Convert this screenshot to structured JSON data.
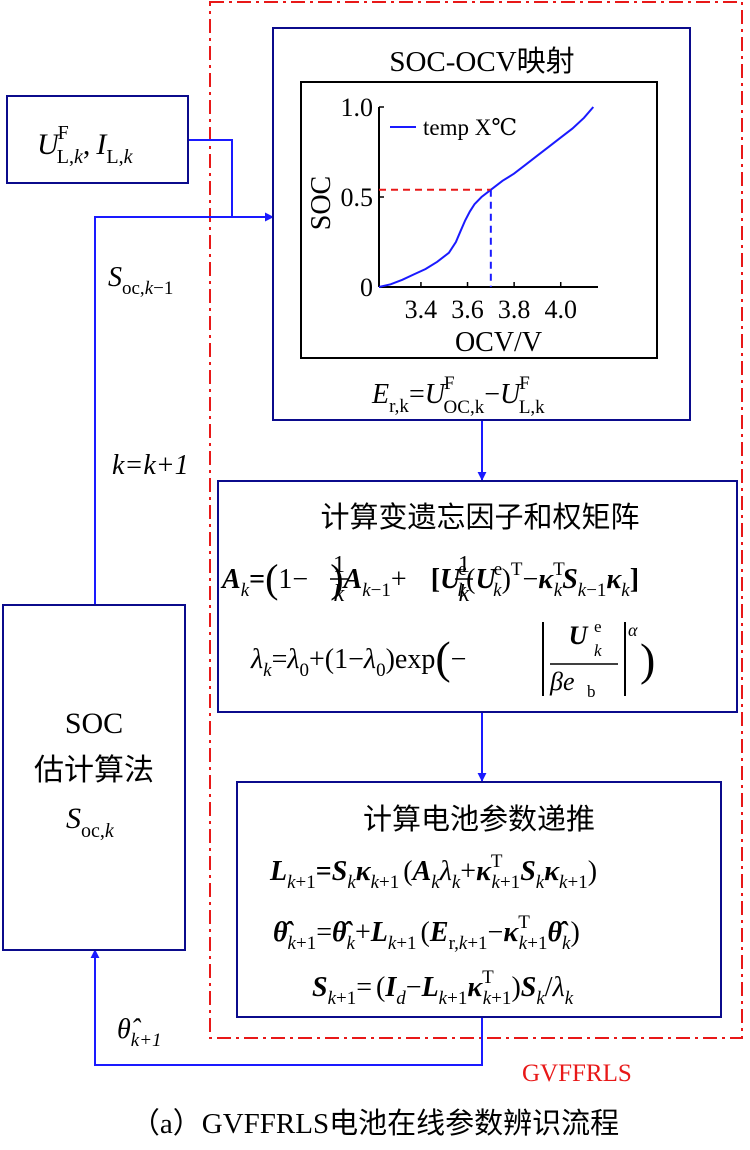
{
  "colors": {
    "flow": "#1a1aff",
    "boundary": "#e81818",
    "box": "#0b0b8c",
    "text": "#000000"
  },
  "boundary_label": "GVFFRLS",
  "caption": "（a）GVFFRLS电池在线参数辨识流程",
  "input_box": {
    "u_sym": "U",
    "u_sup": "F",
    "u_sub": "L,",
    "u_sub_k": "k",
    "sep": ",",
    "i_sym": "I",
    "i_sub": "L,",
    "i_sub_k": "k"
  },
  "soc_box": {
    "line1": "SOC",
    "line2": "估计算法",
    "s_sym": "S",
    "s_sub": "oc,",
    "s_sub_k": "k"
  },
  "feedback": {
    "s_sym": "S",
    "s_sub": "oc,",
    "s_sub_k": "k",
    "s_sub_tail": "−1",
    "k_update": "k=k+1",
    "theta_sym": "θ̂",
    "theta_sub": "k+1"
  },
  "map_box": {
    "title": "SOC-OCV映射",
    "eq": {
      "lhs": "E",
      "lhs_sub": "r,k",
      "eq": "=",
      "u1": "U",
      "u1_sup": "F",
      "u1_sub": "OC,k",
      "minus": "−",
      "u2": "U",
      "u2_sup": "F",
      "u2_sub": "L,k"
    }
  },
  "chart_data": {
    "type": "line",
    "xlabel": "OCV/V",
    "ylabel": "SOC",
    "xlim": [
      3.22,
      4.16
    ],
    "ylim": [
      0,
      1.0
    ],
    "x_ticks": [
      "3.4",
      "3.6",
      "3.8",
      "4.0"
    ],
    "x_tick_values": [
      3.4,
      3.6,
      3.8,
      4.0
    ],
    "y_ticks": [
      "0",
      "0.5",
      "1.0"
    ],
    "y_tick_values": [
      0,
      0.5,
      1.0
    ],
    "legend_position": "top-left",
    "series": [
      {
        "name": "temp X℃",
        "x": [
          3.22,
          3.27,
          3.32,
          3.37,
          3.42,
          3.47,
          3.52,
          3.55,
          3.57,
          3.59,
          3.61,
          3.63,
          3.66,
          3.7,
          3.75,
          3.8,
          3.85,
          3.9,
          3.95,
          4.0,
          4.05,
          4.1,
          4.14
        ],
        "y": [
          0.0,
          0.015,
          0.04,
          0.07,
          0.1,
          0.14,
          0.19,
          0.25,
          0.31,
          0.37,
          0.42,
          0.46,
          0.5,
          0.54,
          0.59,
          0.63,
          0.68,
          0.73,
          0.78,
          0.83,
          0.88,
          0.94,
          1.0
        ]
      }
    ],
    "marker": {
      "x": 3.7,
      "y": 0.54
    }
  },
  "vff_box": {
    "title": "计算变遗忘因子和权矩阵",
    "eq1": "A_k = (1 − 1/k) A_{k−1} + (1/k)[U_k^e (U_k^e)^T − κ_k^T S_{k−1} κ_k]",
    "eq2": "λ_k = λ_0 + (1 − λ_0) exp(−|U_k^e / (β e_b)|^α)"
  },
  "param_box": {
    "title": "计算电池参数递推",
    "eq1": "L_{k+1} = S_k κ_{k+1} (A_k λ_k + κ_{k+1}^T S_k κ_{k+1})",
    "eq2": "θ̂_{k+1} = θ̂_k + L_{k+1} (E_{r,k+1} − κ_{k+1}^T θ̂_k)",
    "eq3": "S_{k+1} = (I_d − L_{k+1} κ_{k+1}^T) S_k / λ_k"
  }
}
